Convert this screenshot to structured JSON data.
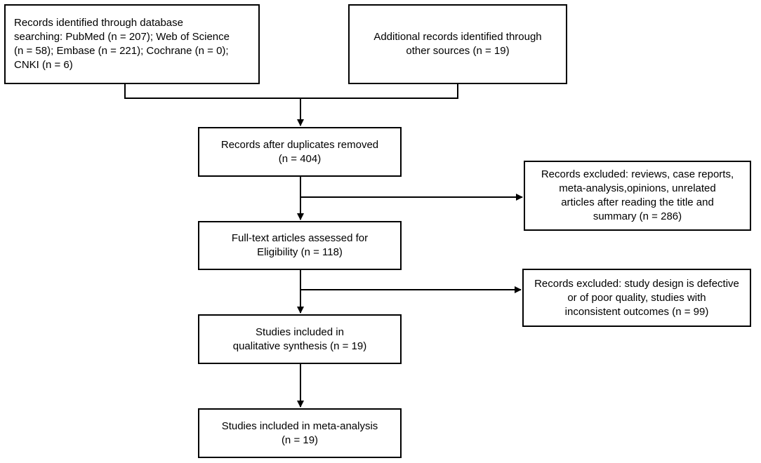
{
  "nodes": {
    "identified_db": {
      "lines": [
        "Records identified through database",
        "searching: PubMed (n = 207); Web of Science",
        "(n = 58); Embase (n = 221); Cochrane (n = 0);",
        "CNKI (n = 6)"
      ]
    },
    "identified_other": {
      "lines": [
        "Additional records identified through",
        "other sources (n = 19)"
      ]
    },
    "after_duplicates": {
      "lines": [
        "Records after duplicates removed",
        "(n = 404)"
      ]
    },
    "excluded_screening": {
      "lines": [
        "Records excluded: reviews, case reports,",
        "meta-analysis,opinions, unrelated",
        "articles after reading the title and",
        "summary (n = 286)"
      ]
    },
    "fulltext_assessed": {
      "lines": [
        "Full-text articles assessed for",
        "Eligibility (n = 118)"
      ]
    },
    "excluded_fulltext": {
      "lines": [
        "Records excluded:  study design is defective",
        "or of poor quality,  studies with",
        "inconsistent outcomes (n = 99)"
      ]
    },
    "qualitative": {
      "lines": [
        "Studies included in",
        "qualitative synthesis (n = 19)"
      ]
    },
    "meta_analysis": {
      "lines": [
        "Studies included in meta-analysis",
        "(n = 19)"
      ]
    }
  }
}
